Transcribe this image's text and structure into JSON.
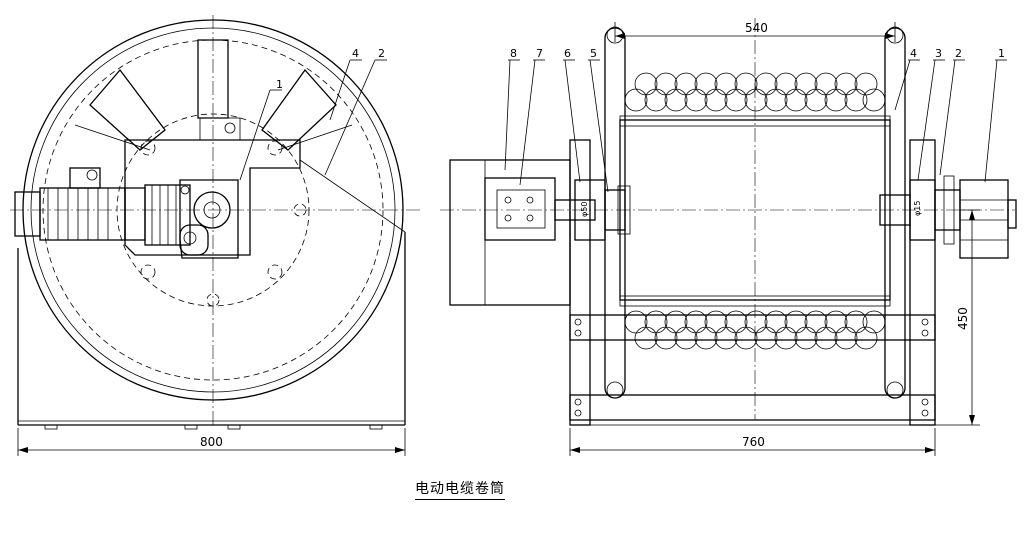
{
  "caption": "电动电缆卷筒",
  "left_view": {
    "callouts": [
      "1",
      "4",
      "2"
    ],
    "dimension_width": "800"
  },
  "right_view": {
    "callouts": [
      "8",
      "7",
      "6",
      "5",
      "4",
      "3",
      "2",
      "1"
    ],
    "dimension_top": "540",
    "dimension_bottom": "760",
    "dimension_height": "450",
    "shaft_label_left": "φ50",
    "shaft_label_right": "φ15"
  }
}
